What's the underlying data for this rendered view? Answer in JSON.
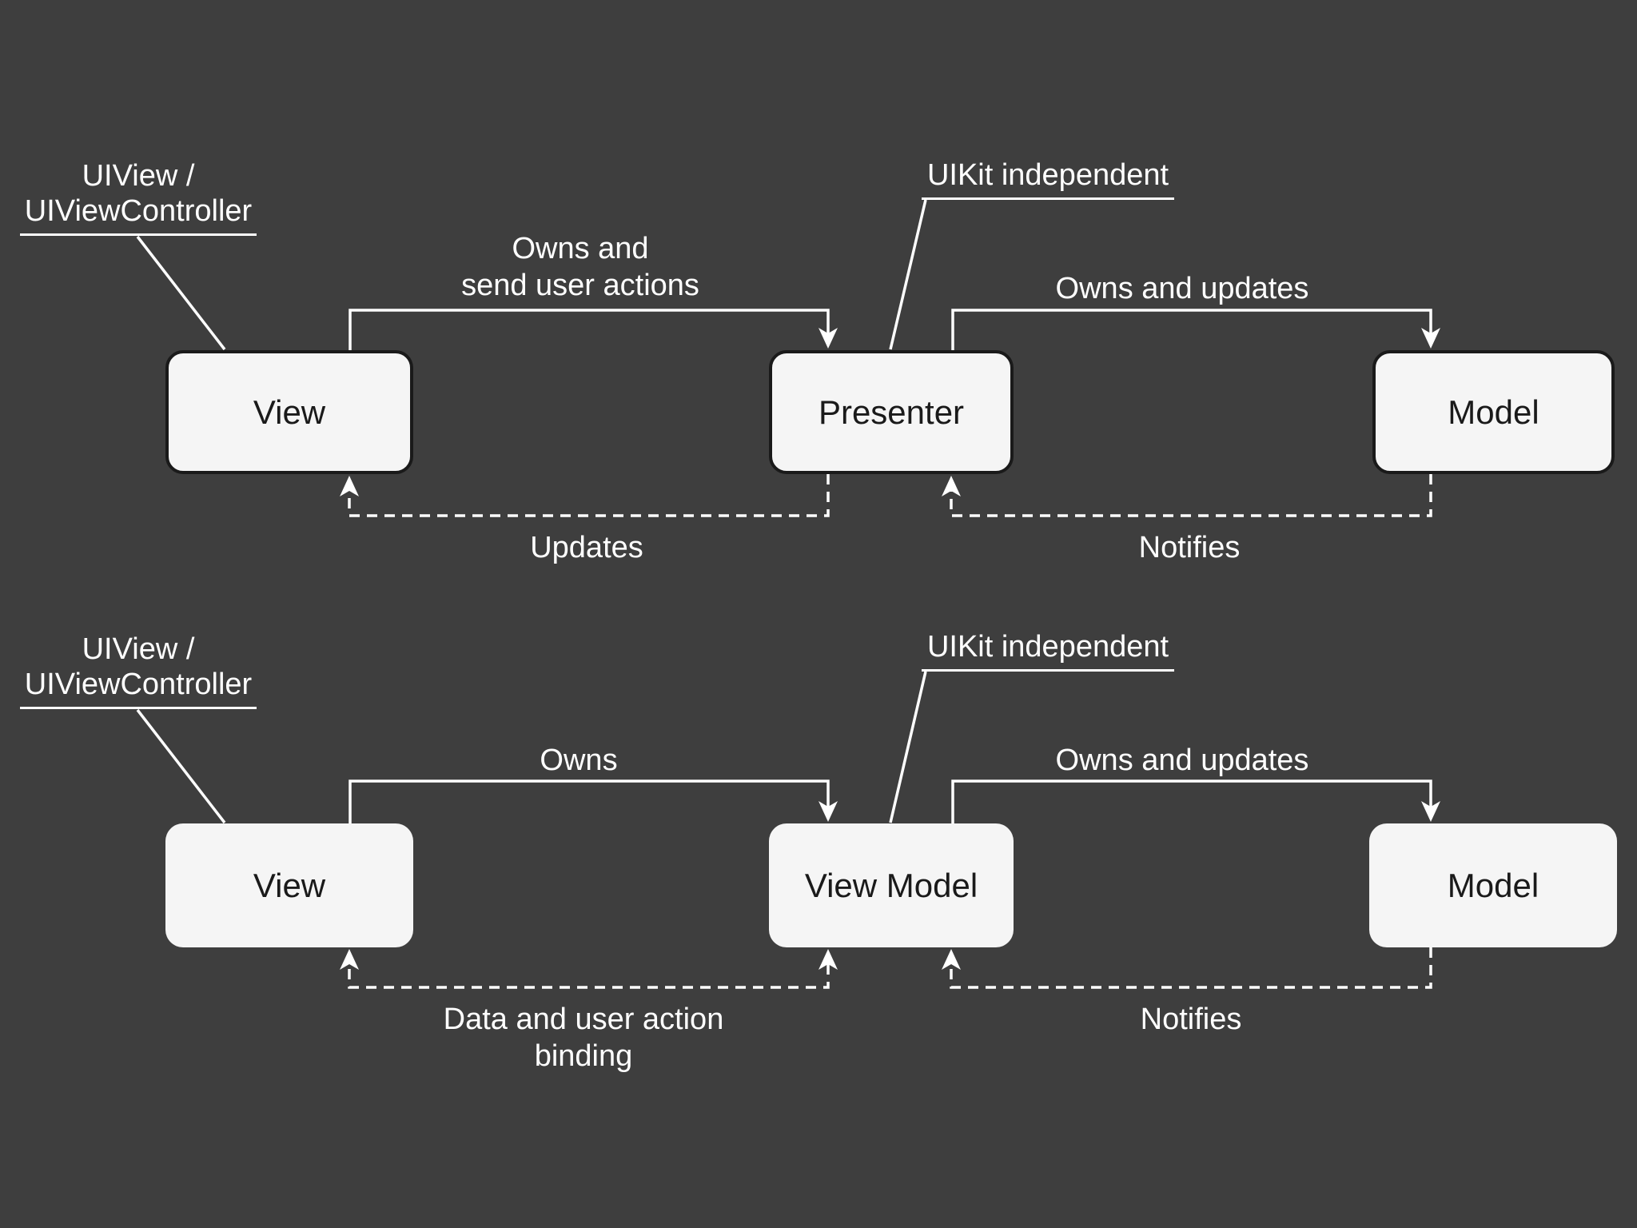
{
  "colors": {
    "background": "#3e3e3e",
    "box_fill": "#f5f5f5",
    "box_border": "#1a1a1a",
    "box_text": "#1a1a1a",
    "connector": "#ffffff",
    "label_text": "#ffffff"
  },
  "mvp": {
    "boxes": {
      "view": "View",
      "presenter": "Presenter",
      "model": "Model"
    },
    "callouts": {
      "uiview_line1": "UIView /",
      "uiview_line2": "UIViewController",
      "uikit": "UIKit independent"
    },
    "edges": {
      "owns_line1": "Owns and",
      "owns_line2": "send user actions",
      "owns_updates": "Owns and updates",
      "updates": "Updates",
      "notifies": "Notifies"
    }
  },
  "mvvm": {
    "boxes": {
      "view": "View",
      "viewmodel": "View Model",
      "model": "Model"
    },
    "callouts": {
      "uiview_line1": "UIView /",
      "uiview_line2": "UIViewController",
      "uikit": "UIKit independent"
    },
    "edges": {
      "owns": "Owns",
      "owns_updates": "Owns and updates",
      "binding_line1": "Data and user action",
      "binding_line2": "binding",
      "notifies": "Notifies"
    }
  }
}
